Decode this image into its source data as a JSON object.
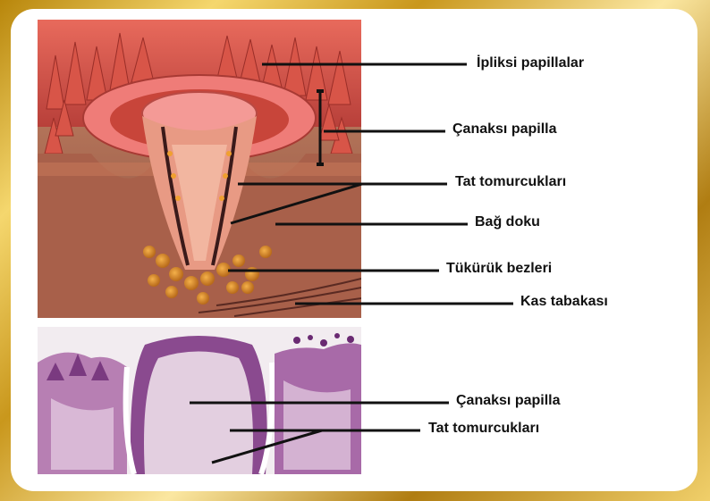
{
  "labels": {
    "filiform_papillae": "İpliksi papillalar",
    "vallate_papilla": "Çanaksı papilla",
    "taste_buds": "Tat tomurcukları",
    "connective_tissue": "Bağ doku",
    "salivary_glands": "Tükürük bezleri",
    "muscle_layer": "Kas tabakası",
    "histology_vallate_papilla": "Çanaksı papilla",
    "histology_taste_buds": "Tat tomurcukları"
  },
  "colors": {
    "frame_gold": "#d4a52a",
    "tissue_red": "#c8453a",
    "connective_tan": "#b86a4c",
    "histology_purple": "#8a4a8f",
    "histology_pink": "#d9b8d6"
  }
}
